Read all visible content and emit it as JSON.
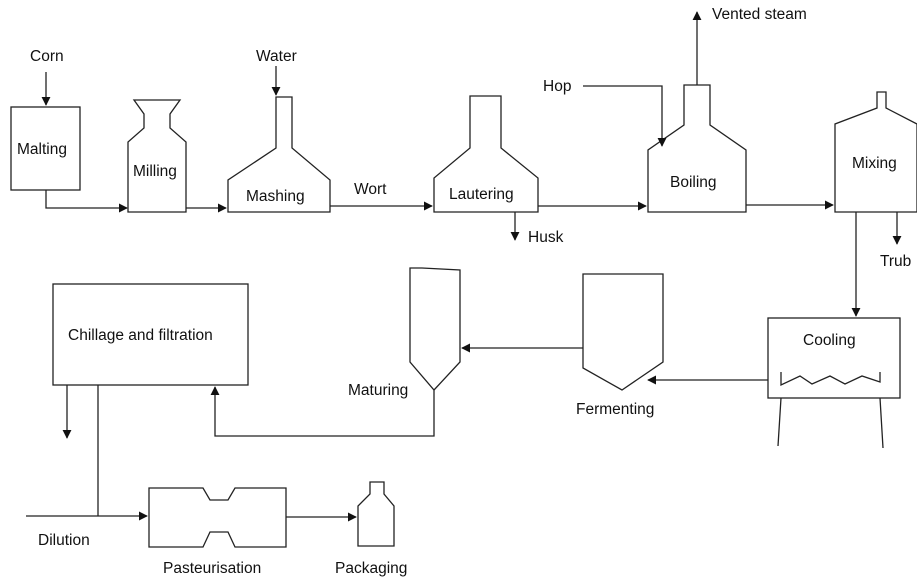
{
  "inputs": {
    "corn": "Corn",
    "water": "Water",
    "hop": "Hop",
    "vented_steam": "Vented steam"
  },
  "units": {
    "malting": "Malting",
    "milling": "Milling",
    "mashing": "Mashing",
    "lautering": "Lautering",
    "boiling": "Boiling",
    "mixing": "Mixing",
    "cooling": "Cooling",
    "fermenting": "Fermenting",
    "maturing": "Maturing",
    "chillage_filtration": "Chillage and filtration",
    "pasteurisation": "Pasteurisation",
    "packaging": "Packaging"
  },
  "streams": {
    "wort": "Wort",
    "husk": "Husk",
    "trub": "Trub",
    "dilution": "Dilution"
  },
  "colors": {
    "line": "#222222",
    "text": "#111111",
    "background": "#ffffff"
  }
}
